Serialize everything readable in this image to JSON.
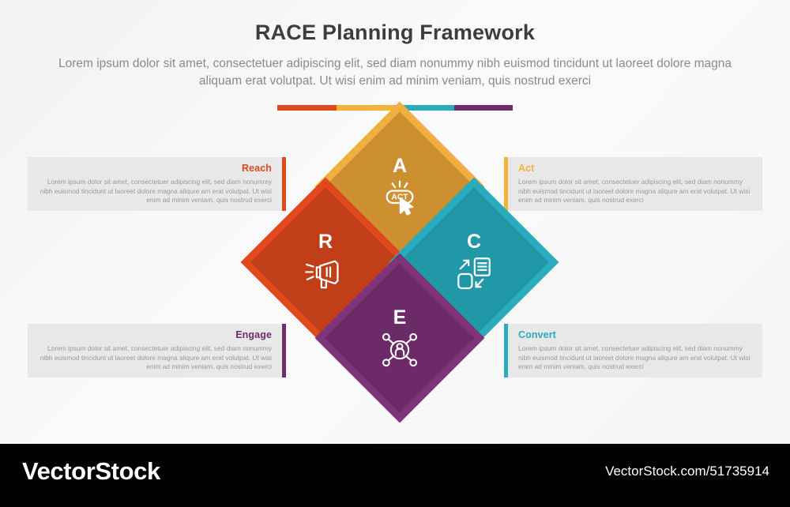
{
  "header": {
    "title": "RACE Planning Framework",
    "subtitle": "Lorem ipsum dolor sit amet, consectetuer adipiscing elit, sed diam nonummy nibh euismod tincidunt ut laoreet dolore magna aliquam erat volutpat. Ut wisi enim ad minim veniam, quis nostrud exerci"
  },
  "accent_rule": {
    "segments": [
      "#e0491c",
      "#f5b335",
      "#2aacbd",
      "#6f2d6e"
    ]
  },
  "palette": {
    "reach_outer": "#e0491c",
    "reach_inner": "#c03e18",
    "act_outer": "#f0b040",
    "act_inner": "#cc9030",
    "convert_outer": "#2aacbd",
    "convert_inner": "#2098a8",
    "engage_outer": "#7d3479",
    "engage_inner": "#6d2a68",
    "heading_reach": "#e0491c",
    "heading_act": "#f5b335",
    "heading_convert": "#2aacbd",
    "heading_engage": "#6f2d6e"
  },
  "body_text": "Lorem ipsum dolor sit amet, consectetuer adipiscing elit, sed diam nonummy nibh euismod tincidunt ut laoreet dolore magna aliqure am erat volutpat. Ut wisi enim ad minim veniam, quis nostrud exerci",
  "cards": {
    "reach": {
      "heading": "Reach",
      "text": "Lorem ipsum dolor sit amet, consectetuer adipiscing elit, sed diam nonummy nibh euismod tincidunt ut laoreet dolore magna aliqure am erat volutpat. Ut wisi enim ad minim veniam, quis nostrud exerci"
    },
    "act": {
      "heading": "Act",
      "text": "Lorem ipsum dolor sit amet, consectetuer adipiscing elit, sed diam nonummy nibh euismod tincidunt ut laoreet dolore magna aliqure am erat volutpat. Ut wisi enim ad minim veniam, quis nostrud exerci"
    },
    "engage": {
      "heading": "Engage",
      "text": "Lorem ipsum dolor sit amet, consectetuer adipiscing elit, sed diam nonummy nibh euismod tincidunt ut laoreet dolore magna aliqure am erat volutpat. Ut wisi enim ad minim veniam, quis nostrud exerci"
    },
    "convert": {
      "heading": "Convert",
      "text": "Lorem ipsum dolor sit amet, consectetuer adipiscing elit, sed diam nonummy nibh euismod tincidunt ut laoreet dolore magna aliqure am erat volutpat. Ut wisi enim ad minim veniam, quis nostrud exerci"
    }
  },
  "diamonds": [
    {
      "key": "act",
      "letter": "A",
      "icon": "act-click-button-icon",
      "button_label": "ACT"
    },
    {
      "key": "reach",
      "letter": "R",
      "icon": "megaphone-icon"
    },
    {
      "key": "convert",
      "letter": "C",
      "icon": "document-transfer-icon"
    },
    {
      "key": "engage",
      "letter": "E",
      "icon": "user-network-icon"
    }
  ],
  "footer": {
    "brand": "VectorStock",
    "url": "VectorStock.com/51735914"
  }
}
